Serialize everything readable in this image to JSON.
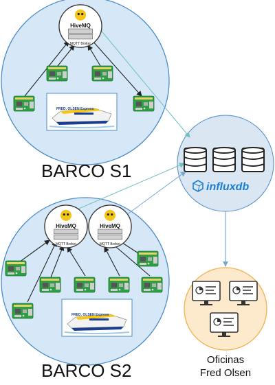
{
  "barco_s1": {
    "label": "BARCO S1",
    "brokers": [
      {
        "brand": "HiveMQ",
        "caption": "MQTT Broker"
      }
    ],
    "ship_text": "FRED. OLSEN  Express"
  },
  "barco_s2": {
    "label": "BARCO S2",
    "brokers": [
      {
        "brand": "HiveMQ",
        "caption": "MQTT Broker"
      },
      {
        "brand": "HiveMQ",
        "caption": "MQTT Broker"
      }
    ],
    "ship_text": "FRED. OLSEN  Express"
  },
  "database": {
    "logo_text": "influxdb",
    "icon": "database-cylinders-icon"
  },
  "office": {
    "line1": "Oficinas",
    "line2": "Fred Olsen",
    "icon": "dashboard-monitor-icon"
  },
  "colors": {
    "circle_fill": "#d6e8f7",
    "circle_stroke": "#4a8cc7",
    "db_fill": "#dbe6f3",
    "office_fill": "#fde9cc",
    "office_stroke": "#f0b24f",
    "arrow_black": "#222222",
    "arrow_teal": "#6fbfbf",
    "arrow_blue": "#7aa7d6",
    "pcb_green": "#2f9e45",
    "hivemq_yellow": "#f5c518",
    "influx_blue": "#1a7fd0"
  }
}
